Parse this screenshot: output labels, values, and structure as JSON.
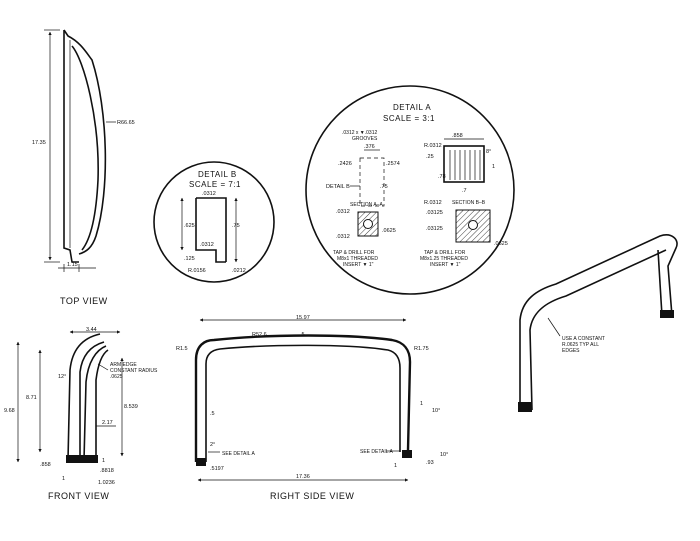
{
  "views": {
    "top": {
      "title": "TOP VIEW",
      "dims": {
        "height": "17.35",
        "radius": "R66.65",
        "width": "1.15"
      }
    },
    "front": {
      "title": "FRONT VIEW",
      "dims": {
        "top": "3.44",
        "angle": "12°",
        "inner_h": "8.71",
        "outer_h": "9.68",
        "tube_h": "8.539",
        "mid": "2.17",
        "foot": ".858",
        "one_l": "1",
        "one_r": "1",
        "d1": ".8818",
        "d2": "1.0236"
      },
      "note": [
        "ARM EDGE",
        "CONSTANT RADIUS",
        ".0625"
      ]
    },
    "right_side": {
      "title": "RIGHT SIDE VIEW",
      "dims": {
        "top": "15.97",
        "r_left": "R1.5",
        "r_top": "R52.6",
        "top_half": ".5",
        "r_right": "R1.75",
        "left_half": ".5",
        "right_one": "1",
        "angle_r": "10°",
        "angle_l": "2°",
        "foot_l": ".5197",
        "angle_f": "10°",
        "foot_r": ".93",
        "foot_one": "1",
        "bottom": "17.36"
      },
      "see_left": "SEE DETAIL A",
      "see_right": "SEE DETAIL A"
    },
    "iso": {
      "note": [
        "USE A CONSTANT",
        "R.0625 TYP ALL",
        "EDGES"
      ]
    }
  },
  "detail_b": {
    "title": "DETAIL  B",
    "scale": "SCALE  =  7:1",
    "dims": {
      "top": ".0312",
      "left": ".625",
      "right": ".75",
      "mid": ".0312",
      "low": ".125",
      "r": "R.0156",
      "bot": ".0212"
    }
  },
  "detail_a": {
    "title": "DETAIL  A",
    "scale": "SCALE  =  3:1",
    "grooves": [
      ".0312  x  ▼.0312",
      "GROOVES"
    ],
    "dims": {
      "d376": ".376",
      "d2426": ".2426",
      "d2574": ".2574",
      "detail_b": "DETAIL  B",
      "d75": ".75",
      "section_aa": "SECTION  A–A",
      "aa_top": ".0312",
      "aa_r": ".0625",
      "aa_bot": ".0312",
      "tap1": [
        "TAP  &  DRILL  FOR",
        "M8x1  THREADED",
        "INSERT  ▼  1\""
      ],
      "r0312": "R.0312",
      "d858": ".858",
      "d25": ".25",
      "d8deg": "8°",
      "d78": ".78",
      "d7": ".7",
      "d1": "1",
      "r0312b": "R.0312",
      "section_bb": "SECTION  B–B",
      "bb1": ".03125",
      "bb2": ".03125",
      "bb_r": ".0625",
      "tap2": [
        "TAP  &  DRILL  FOR",
        "M8x1.25  THREADED",
        "INSERT  ▼  1\""
      ]
    }
  }
}
